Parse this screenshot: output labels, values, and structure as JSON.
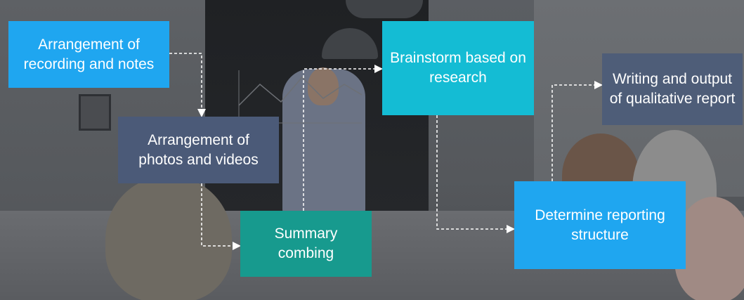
{
  "diagram": {
    "nodes": [
      {
        "id": "recording",
        "label": "Arrangement of recording and notes",
        "color": "#1fa6f0"
      },
      {
        "id": "photos",
        "label": "Arrangement of photos and videos",
        "color": "#4b5a78"
      },
      {
        "id": "summary",
        "label": "Summary combing",
        "color": "#179a8e"
      },
      {
        "id": "brainstorm",
        "label": "Brainstorm based on research",
        "color": "#14bcd4"
      },
      {
        "id": "structure",
        "label": "Determine reporting structure",
        "color": "#1fa6f0"
      },
      {
        "id": "report",
        "label": "Writing and output of qualitative report",
        "color": "#4e5d78"
      }
    ],
    "edges": [
      {
        "from": "recording",
        "to": "photos"
      },
      {
        "from": "photos",
        "to": "summary"
      },
      {
        "from": "summary",
        "to": "brainstorm"
      },
      {
        "from": "brainstorm",
        "to": "structure"
      },
      {
        "from": "structure",
        "to": "report"
      }
    ],
    "connector_color": "#ffffff"
  }
}
